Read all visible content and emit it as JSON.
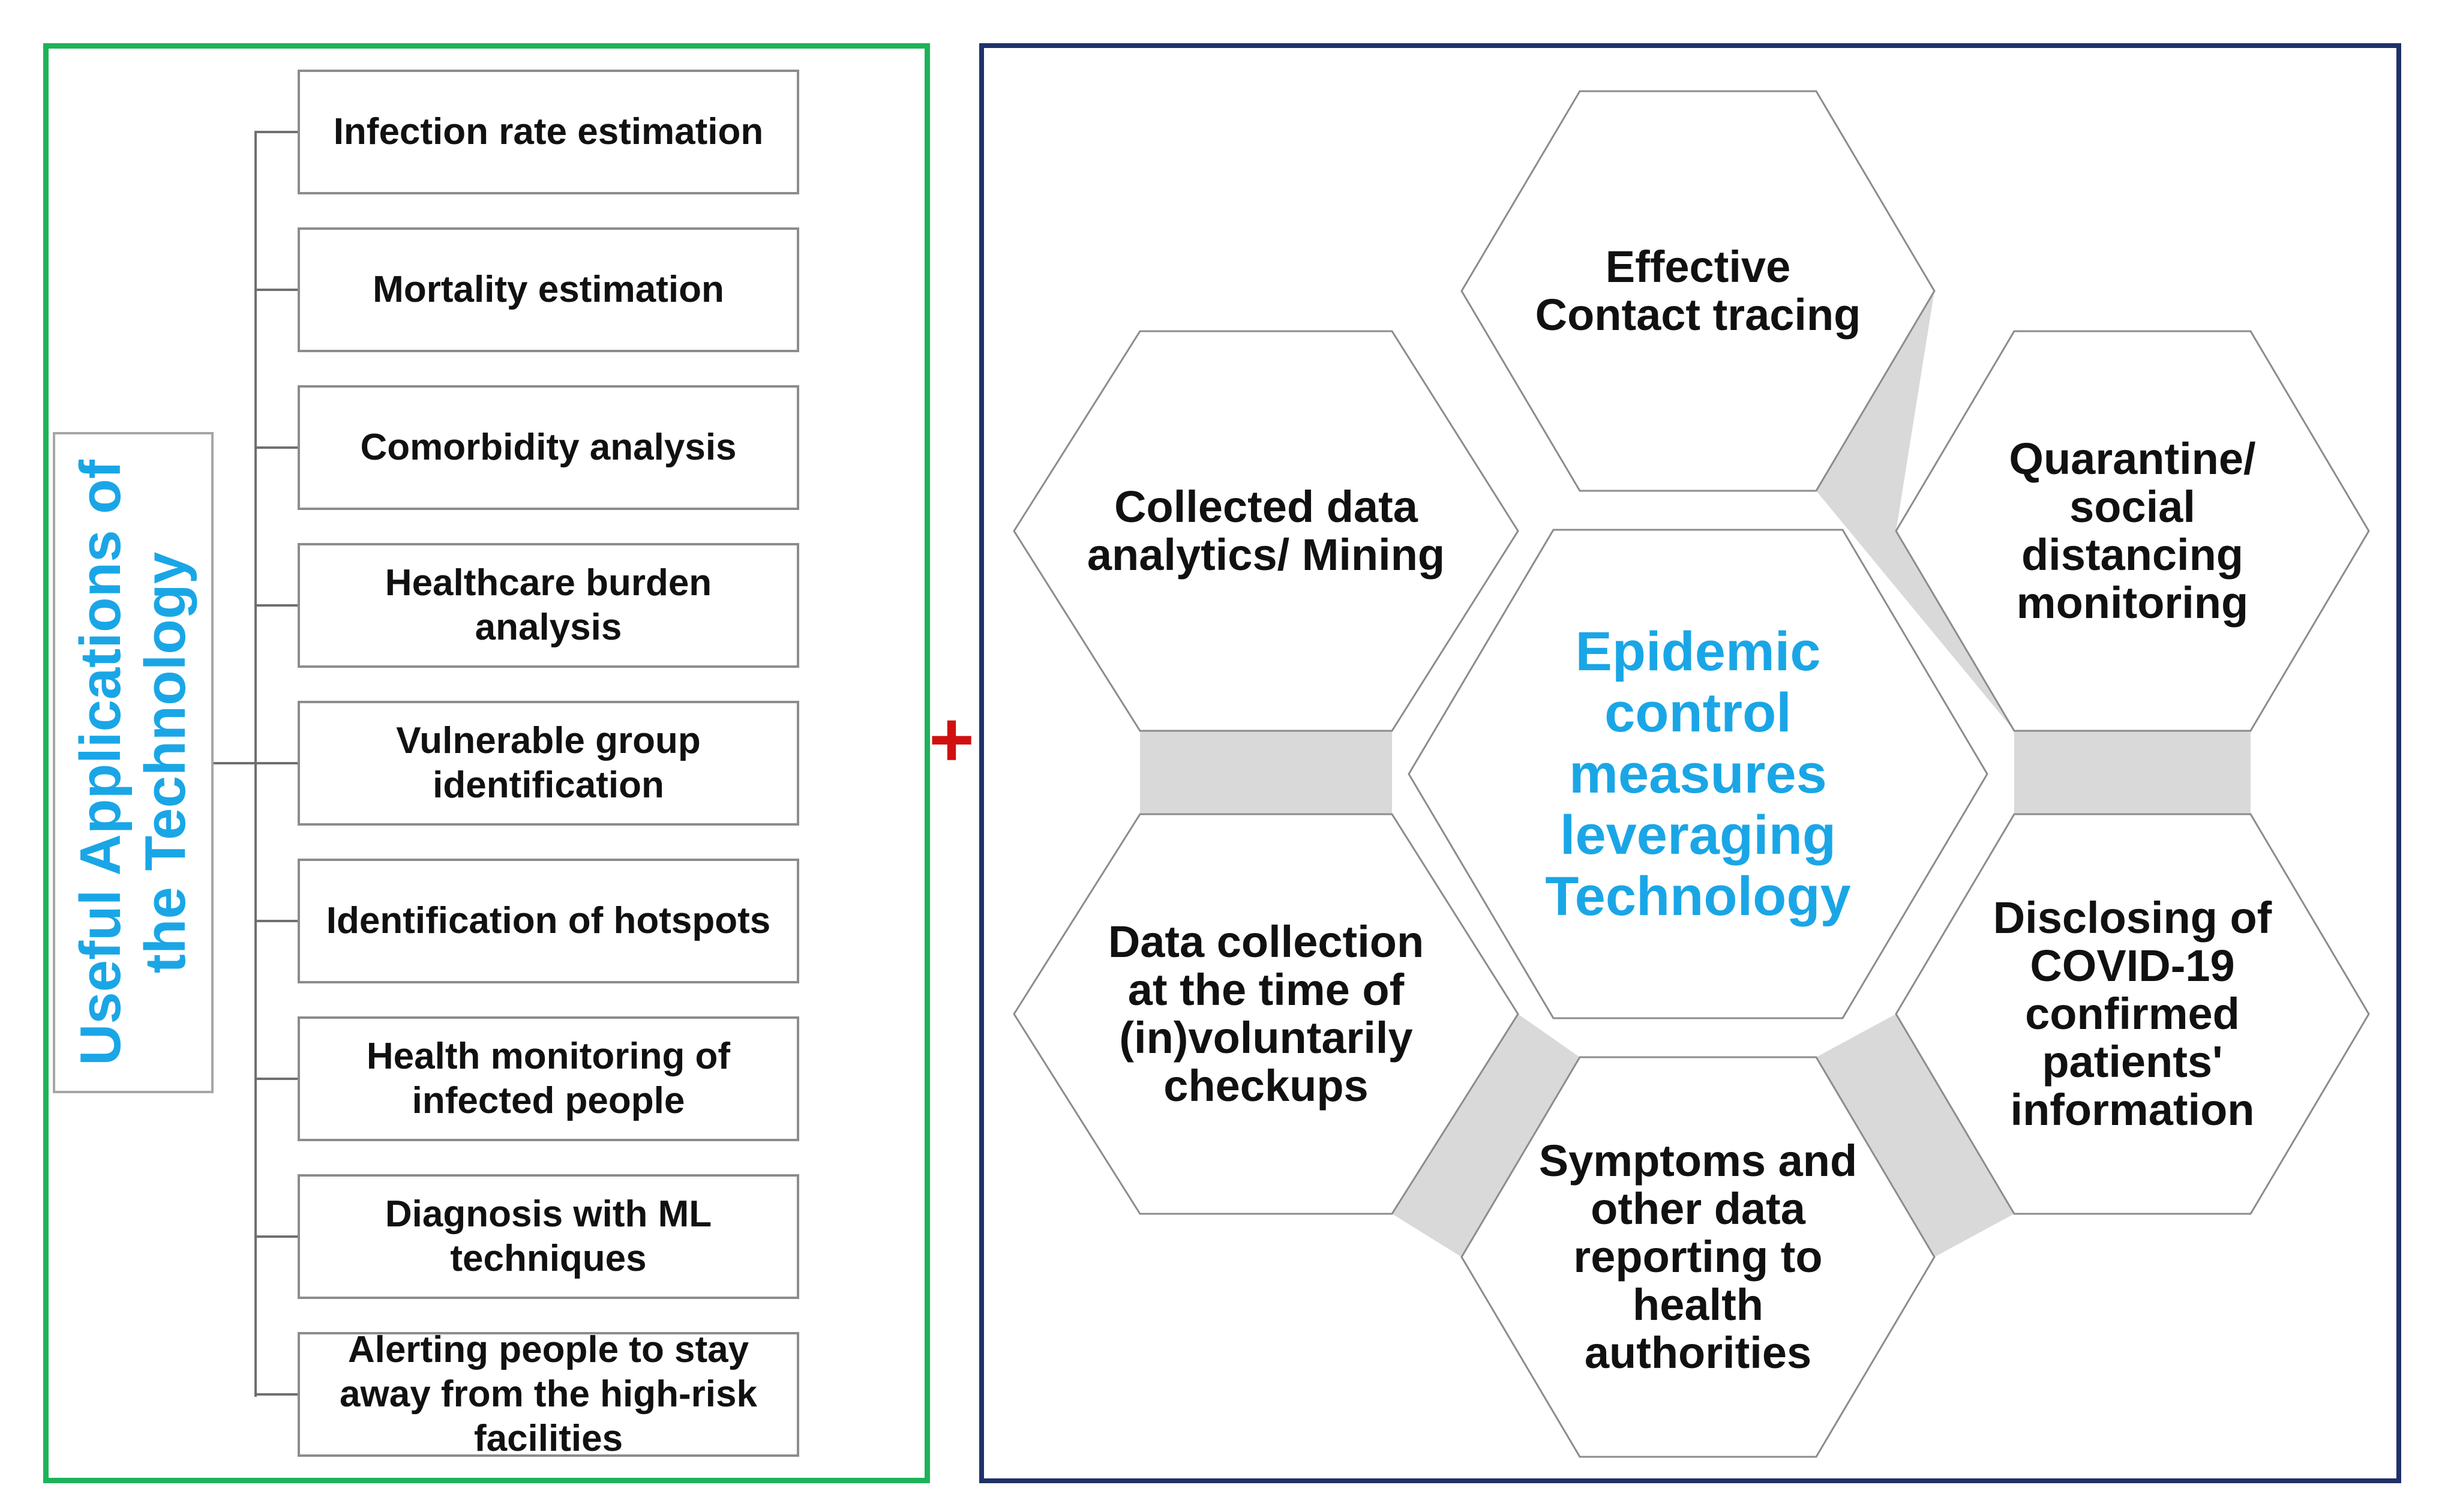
{
  "left_panel": {
    "title": "Useful Applications of the Technology",
    "applications": [
      "Infection rate estimation",
      "Mortality estimation",
      "Comorbidity analysis",
      "Healthcare burden analysis",
      "Vulnerable group identification",
      "Identification of hotspots",
      "Health monitoring of infected people",
      "Diagnosis with ML techniques",
      "Alerting people to stay away from the high-risk facilities"
    ]
  },
  "connector": "+",
  "right_panel": {
    "center": "Epidemic control measures leveraging Technology",
    "measures": [
      "Effective Contact tracing",
      "Quarantine/ social distancing monitoring",
      "Disclosing of COVID-19 confirmed patients' information",
      "Symptoms and other data reporting to health authorities",
      "Data collection at the time of (in)voluntarily checkups",
      "Collected data analytics/ Mining"
    ]
  },
  "colors": {
    "left_border": "#1db35a",
    "right_border": "#1f3168",
    "accent_text": "#1aa6e6",
    "plus": "#d01010",
    "connector_fill": "#d9d9d9",
    "hex_stroke": "#8c8c8c"
  }
}
